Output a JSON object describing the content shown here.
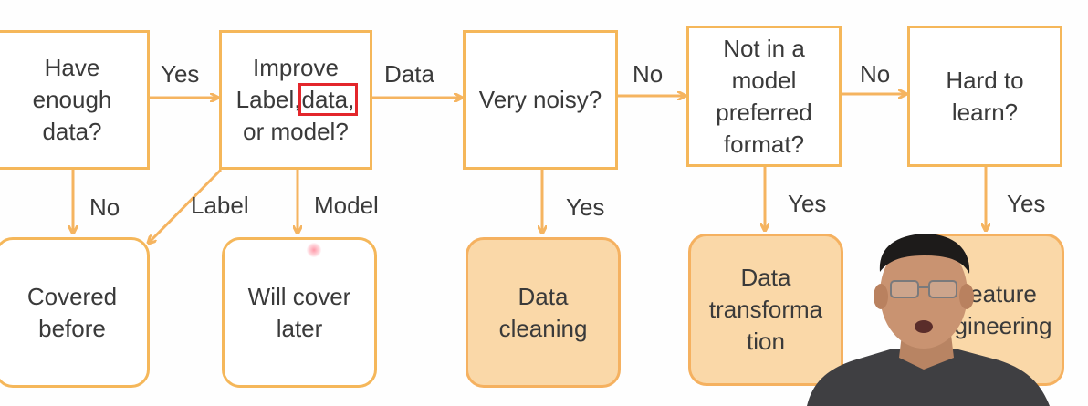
{
  "nodes": {
    "enough_data": {
      "lines": [
        "Have",
        "enough",
        "data?"
      ]
    },
    "improve": {
      "line1": "Improve",
      "line2a": "Label,",
      "line2b": "data,",
      "line3": "or model?"
    },
    "noisy": {
      "lines": [
        "Very noisy?"
      ]
    },
    "format": {
      "lines": [
        "Not in a",
        "model",
        "preferred",
        "format?"
      ]
    },
    "hard": {
      "lines": [
        "Hard to",
        "learn?"
      ]
    },
    "covered": {
      "lines": [
        "Covered",
        "before"
      ]
    },
    "cover_later": {
      "lines": [
        "Will cover",
        "later"
      ]
    },
    "cleaning": {
      "lines": [
        "Data",
        "cleaning"
      ]
    },
    "transformation": {
      "lines": [
        "Data",
        "transforma",
        "tion"
      ]
    },
    "feature": {
      "lines": [
        "eature",
        "gineering"
      ]
    }
  },
  "edges": {
    "yes1": "Yes",
    "data": "Data",
    "no1": "No",
    "no2": "No",
    "no_down": "No",
    "label": "Label",
    "model": "Model",
    "yes_noisy": "Yes",
    "yes_format": "Yes",
    "yes_hard": "Yes"
  },
  "colors": {
    "border": "#f5b75a",
    "arrow": "#f5b460",
    "filled": "#fad8a8",
    "highlight": "#e3262b",
    "text": "#3a3a3a"
  }
}
